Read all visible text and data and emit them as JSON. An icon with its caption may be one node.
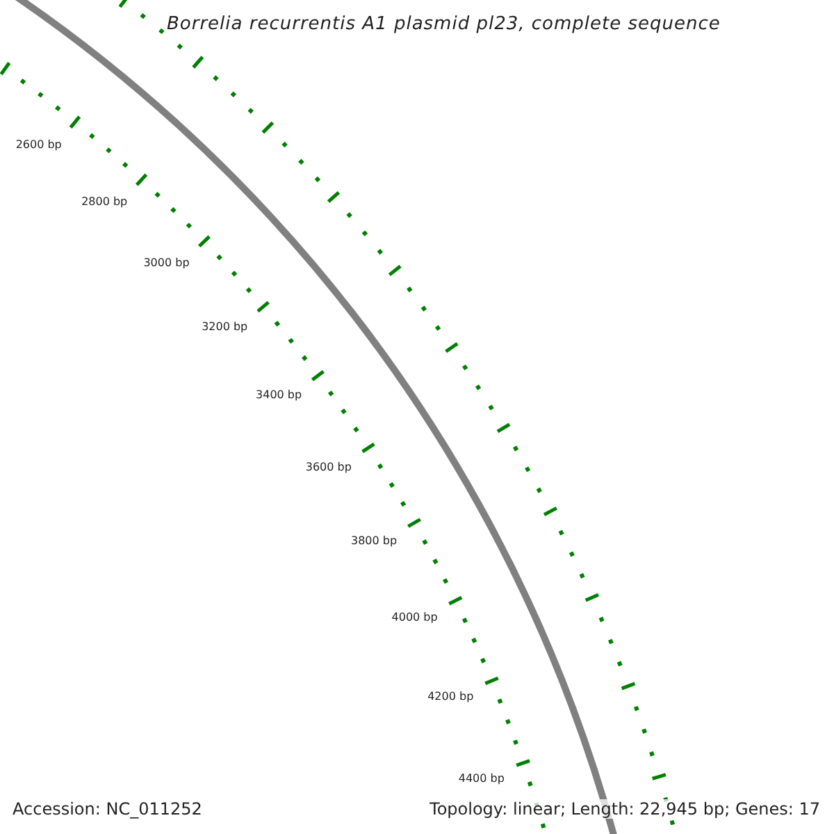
{
  "diagram": {
    "title": "Borrelia recurrentis A1 plasmid pl23, complete sequence",
    "labels": [
      "2600 bp",
      "2800 bp",
      "3000 bp",
      "3200 bp",
      "3400 bp",
      "3600 bp",
      "3800 bp",
      "4000 bp",
      "4200 bp",
      "4400 bp",
      "Accession: NC_011252",
      "Topology: linear; Length: 22,945 bp; Genes: 17"
    ]
  }
}
